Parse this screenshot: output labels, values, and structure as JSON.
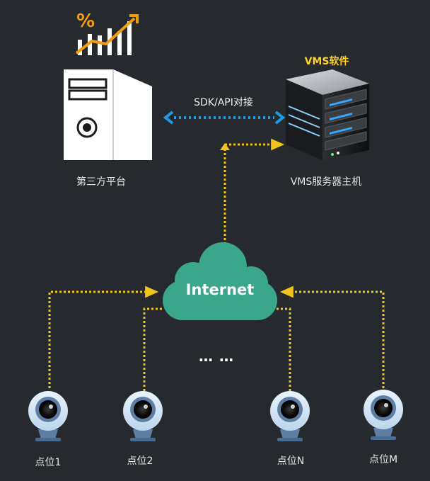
{
  "vms_software_label": "VMS软件",
  "sdk_api_label": "SDK/API对接",
  "third_party": {
    "label": "第三方平台",
    "percent_symbol": "%"
  },
  "vms_host": {
    "label": "VMS服务器主机"
  },
  "internet": {
    "label": "Internet"
  },
  "ellipsis": "… …",
  "cameras": [
    {
      "label": "点位1"
    },
    {
      "label": "点位2"
    },
    {
      "label": "点位N"
    },
    {
      "label": "点位M"
    }
  ],
  "colors": {
    "background": "#26292e",
    "data_link": "#f0c419",
    "api_link": "#1e9be8",
    "cloud": "#3aa78d",
    "accent_orange": "#f39c12",
    "vms_label": "#ffd21f"
  }
}
